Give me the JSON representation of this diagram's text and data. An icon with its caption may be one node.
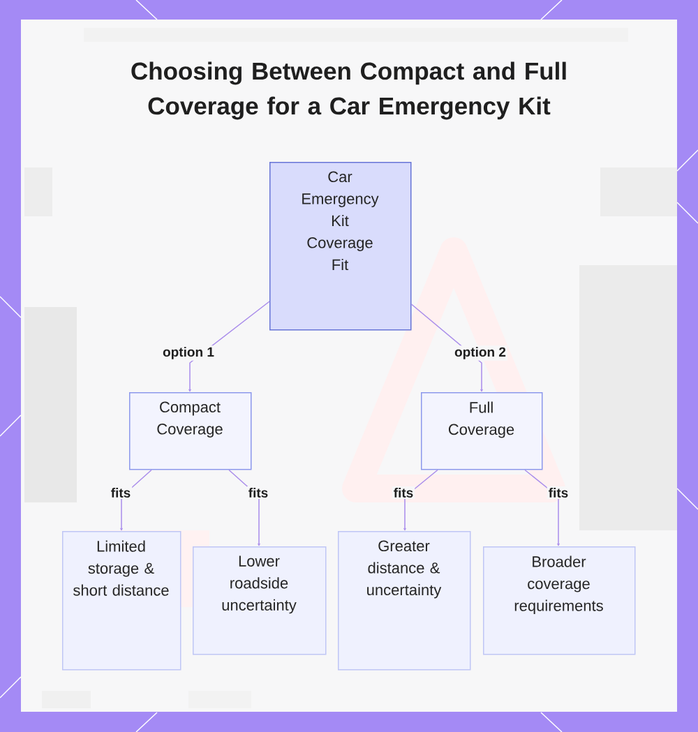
{
  "diagram": {
    "title": "Choosing Between Compact and Full Coverage for a Car Emergency Kit",
    "nodes": [
      {
        "text": [
          "Car Emergency Kit Coverage Fit"
        ]
      },
      {
        "text": [
          "Compact Coverage"
        ]
      },
      {
        "text": [
          "Full Coverage"
        ]
      },
      {
        "text": [
          "Limited storage & short distance"
        ]
      },
      {
        "text": [
          "Lower roadside uncertainty"
        ]
      },
      {
        "text": [
          "Greater distance & uncertainty"
        ]
      },
      {
        "text": [
          "Broader coverage requirements"
        ]
      }
    ],
    "edges": [
      {
        "from": 0,
        "to": 1,
        "arrow": "to",
        "label": "option 1"
      },
      {
        "from": 0,
        "to": 2,
        "arrow": "to",
        "label": "option 2"
      },
      {
        "from": 1,
        "to": 3,
        "arrow": "to",
        "label": "fits"
      },
      {
        "from": 1,
        "to": 4,
        "arrow": "to",
        "label": "fits"
      },
      {
        "from": 2,
        "to": 5,
        "arrow": "to",
        "label": "fits"
      },
      {
        "from": 2,
        "to": 6,
        "arrow": "to",
        "label": "fits"
      }
    ]
  }
}
